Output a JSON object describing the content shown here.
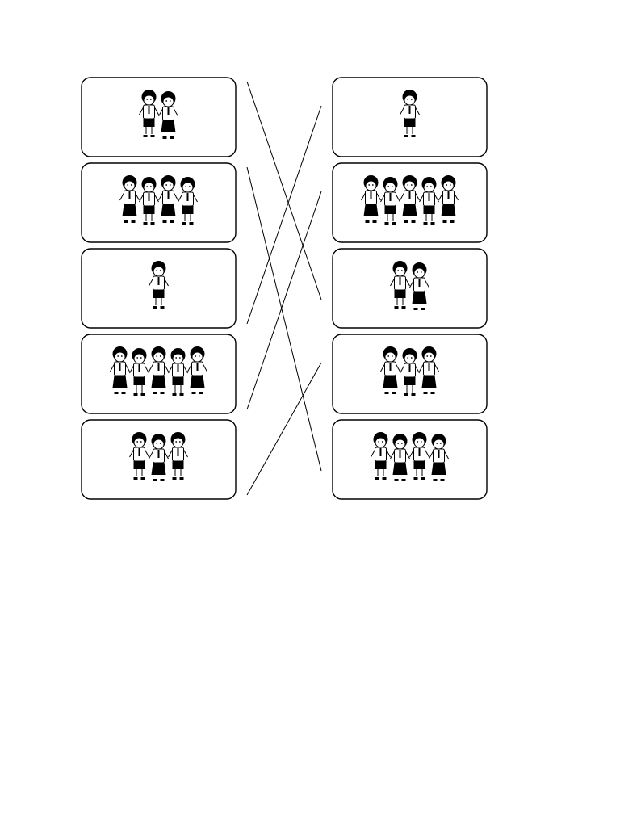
{
  "worksheet": {
    "instruction": "",
    "left_cards": [
      {
        "id": "L1",
        "people": 2
      },
      {
        "id": "L2",
        "people": 4
      },
      {
        "id": "L3",
        "people": 1
      },
      {
        "id": "L4",
        "people": 5
      },
      {
        "id": "L5",
        "people": 3
      }
    ],
    "right_cards": [
      {
        "id": "R1",
        "people": 1
      },
      {
        "id": "R2",
        "people": 5
      },
      {
        "id": "R3",
        "people": 2
      },
      {
        "id": "R4",
        "people": 3
      },
      {
        "id": "R5",
        "people": 4
      }
    ],
    "matches": [
      {
        "left": "L1",
        "right": "R3"
      },
      {
        "left": "L2",
        "right": "R5"
      },
      {
        "left": "L3",
        "right": "R1"
      },
      {
        "left": "L4",
        "right": "R2"
      },
      {
        "left": "L5",
        "right": "R4"
      }
    ],
    "colors": {
      "ink": "#000000",
      "paper": "#ffffff"
    }
  }
}
